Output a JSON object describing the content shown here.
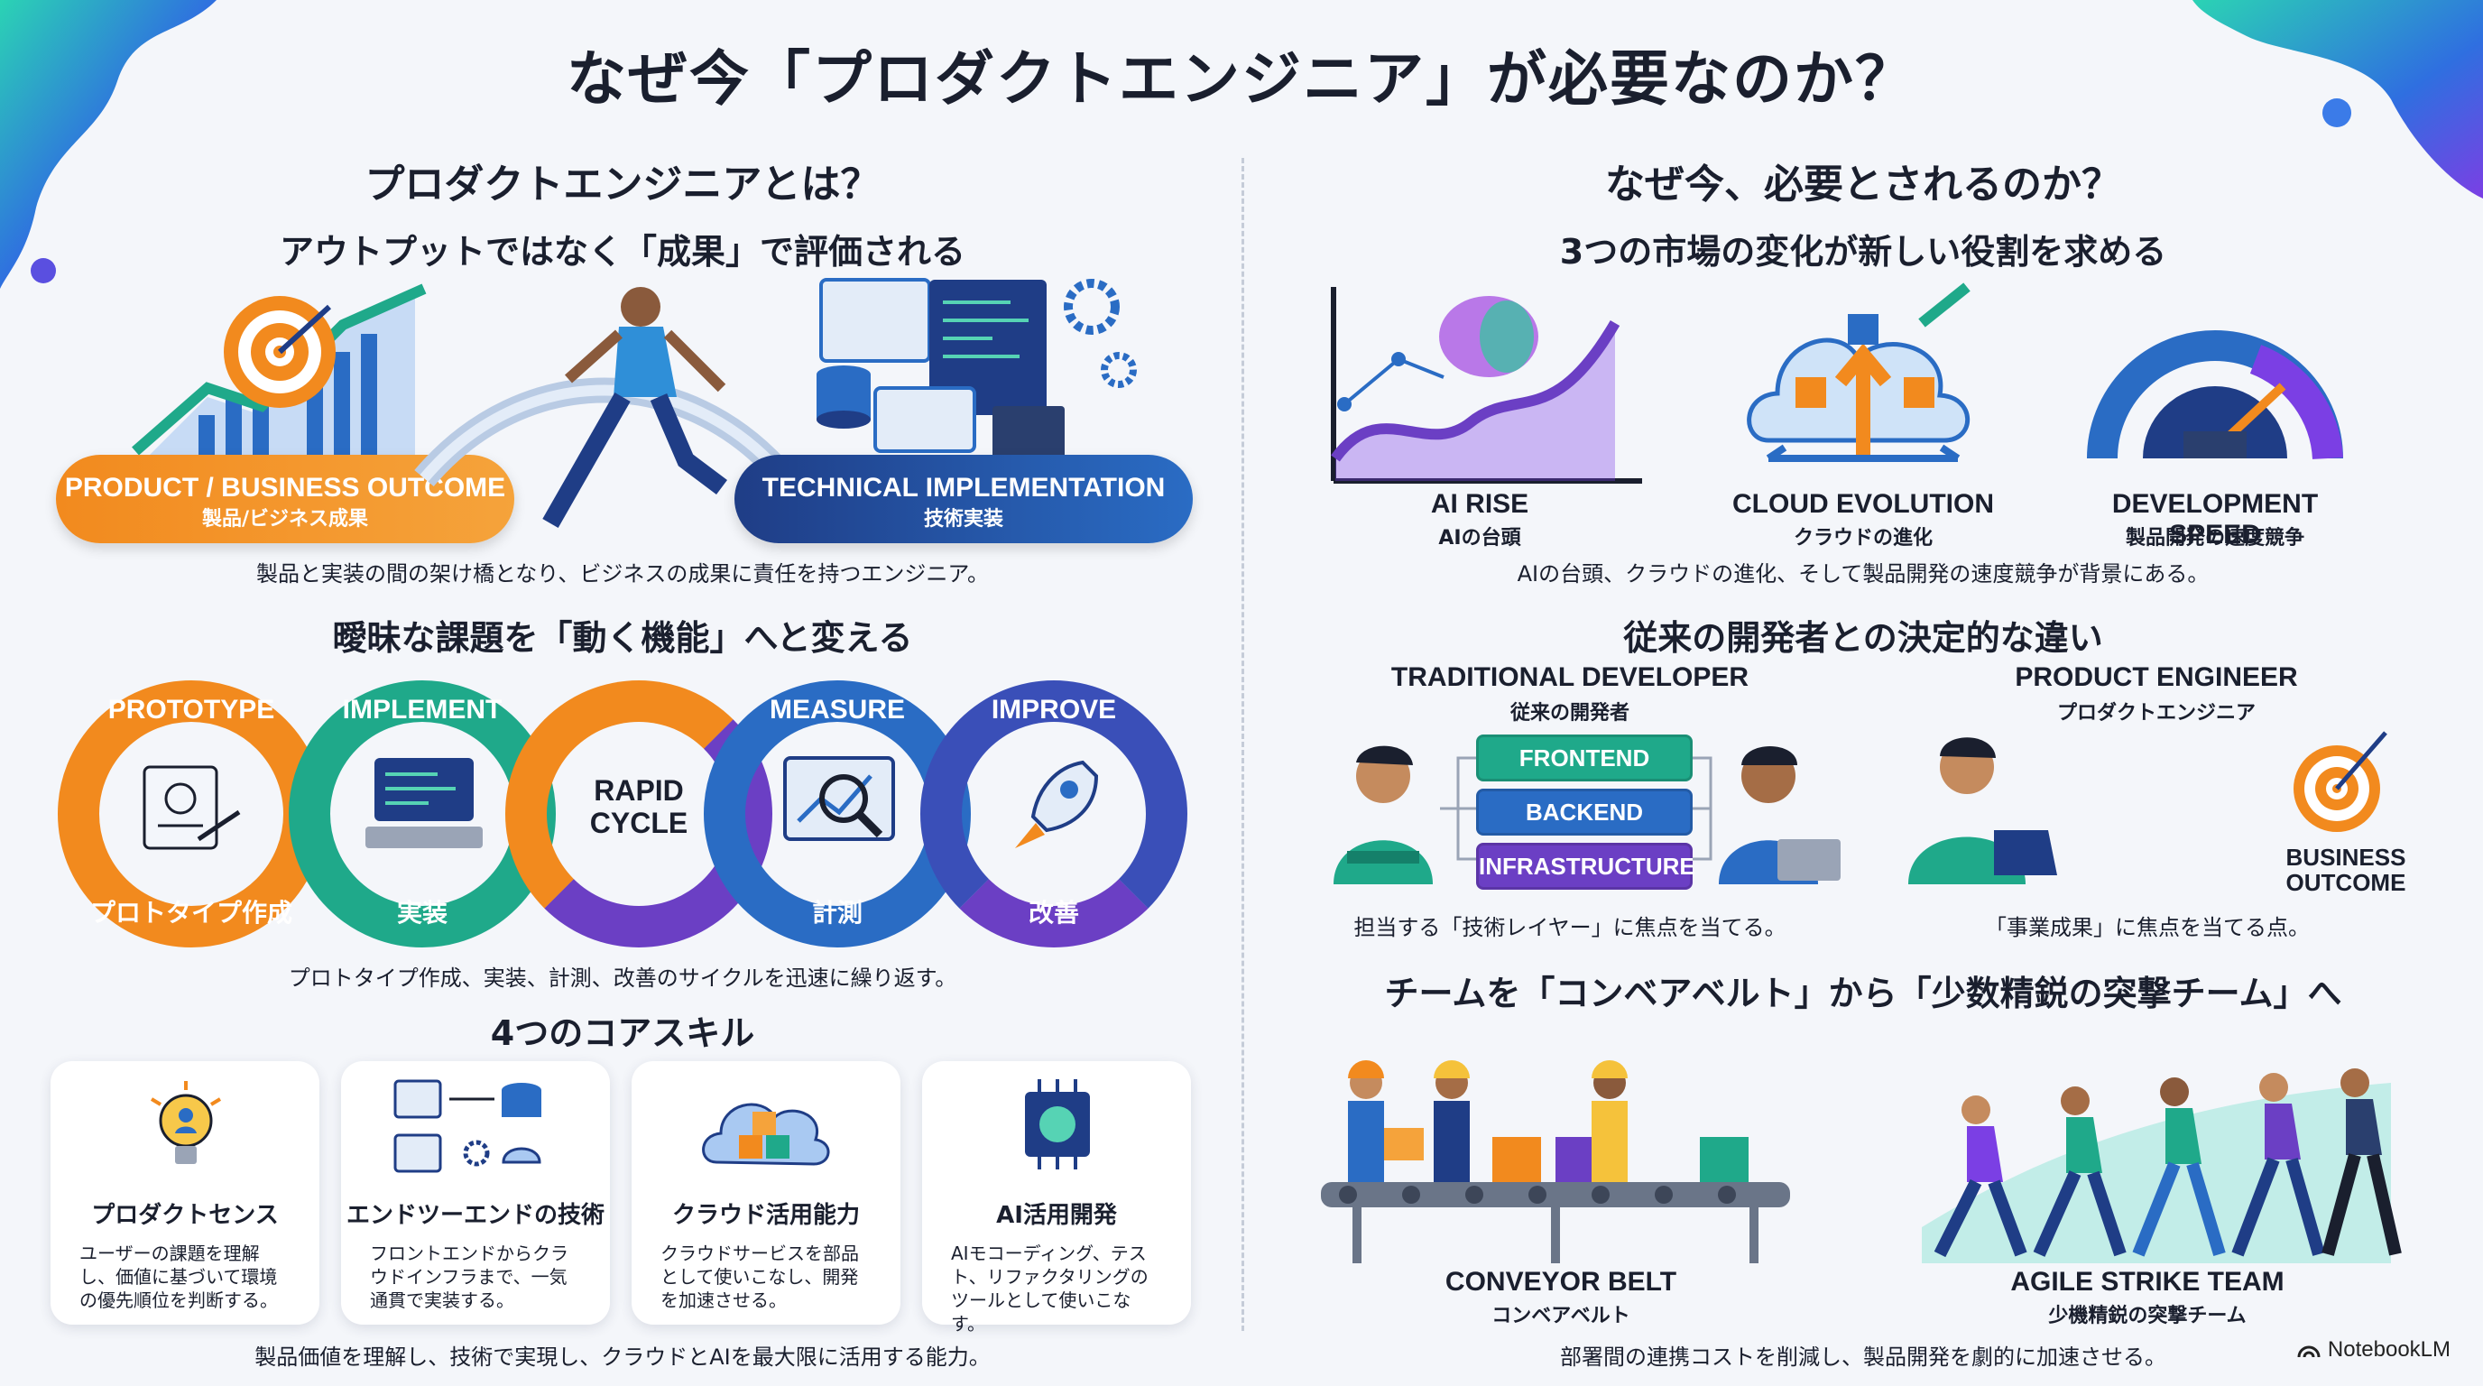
{
  "title": "なぜ今「プロダクトエンジニア」が必要なのか？",
  "left": {
    "heading": "プロダクトエンジニアとは？",
    "subheading": "アウトプットではなく「成果」で評価される",
    "outcome_en": "PRODUCT / BUSINESS OUTCOME",
    "outcome_ja": "製品/ビジネス成果",
    "tech_en": "TECHNICAL IMPLEMENTATION",
    "tech_ja": "技術実装",
    "bridge_caption": "製品と実装の間の架け橋となり、ビジネスの成果に責任を持つエンジニア。",
    "cycle_heading": "曖昧な課題を「動く機能」へと変える",
    "cycle": {
      "center": "RAPID CYCLE",
      "prototype_en": "PROTOTYPE",
      "prototype_ja": "プロトタイプ作成",
      "implement_en": "IMPLEMENT",
      "implement_ja": "実装",
      "measure_en": "MEASURE",
      "measure_ja": "計測",
      "improve_en": "IMPROVE",
      "improve_ja": "改善"
    },
    "cycle_caption": "プロトタイプ作成、実装、計測、改善のサイクルを迅速に繰り返す。",
    "skills_heading": "4つのコアスキル",
    "skills": [
      {
        "title": "プロダクトセンス",
        "desc": "ユーザーの課題を理解し、価値に基づいて環境の優先順位を判断する。",
        "icon": "lightbulb-icon"
      },
      {
        "title": "エンドツーエンドの技術",
        "desc": "フロントエンドからクラウドインフラまで、一気通貫で実装する。",
        "icon": "stack-flow-icon"
      },
      {
        "title": "クラウド活用能力",
        "desc": "クラウドサービスを部品として使いこなし、開発を加速させる。",
        "icon": "cloud-blocks-icon"
      },
      {
        "title": "AI活用開発",
        "desc": "AIモコーディング、テスト、リファクタリングのツールとして使いこなす。",
        "icon": "ai-chip-icon"
      }
    ],
    "skills_caption": "製品価値を理解し、技術で実現し、クラウドとAIを最大限に活用する能力。"
  },
  "right": {
    "heading": "なぜ今、必要とされるのか？",
    "subheading": "3つの市場の変化が新しい役割を求める",
    "markets": [
      {
        "en": "AI RISE",
        "ja": "AIの台頭",
        "icon": "ai-rise-chart-icon"
      },
      {
        "en": "CLOUD EVOLUTION",
        "ja": "クラウドの進化",
        "icon": "cloud-evolution-icon"
      },
      {
        "en": "DEVELOPMENT SPEED",
        "ja": "製品開発の速度競争",
        "icon": "speedometer-icon"
      }
    ],
    "markets_caption": "AIの台頭、クラウドの進化、そして製品開発の速度競争が背景にある。",
    "diff_heading": "従来の開発者との決定的な違い",
    "traditional_en": "TRADITIONAL DEVELOPER",
    "traditional_ja": "従来の開発者",
    "layers": [
      "FRONTEND",
      "BACKEND",
      "INFRASTRUCTURE"
    ],
    "traditional_caption": "担当する「技術レイヤー」に焦点を当てる。",
    "product_en": "PRODUCT ENGINEER",
    "product_ja": "プロダクトエンジニア",
    "business_outcome": "BUSINESS OUTCOME",
    "product_caption": "「事業成果」に焦点を当てる点。",
    "team_heading": "チームを「コンベアベルト」から「少数精鋭の突撃チーム」へ",
    "conveyor_en": "CONVEYOR BELT",
    "conveyor_ja": "コンベアベルト",
    "strike_en": "AGILE STRIKE TEAM",
    "strike_ja": "少機精鋭の突撃チーム",
    "team_caption": "部署間の連携コストを削減し、製品開発を劇的に加速させる。"
  },
  "brand": "NotebookLM",
  "colors": {
    "orange": "#f28a1e",
    "green": "#1fa98a",
    "blue": "#2a6cc4",
    "navy": "#1f3d86",
    "purple": "#6b3fc4"
  }
}
